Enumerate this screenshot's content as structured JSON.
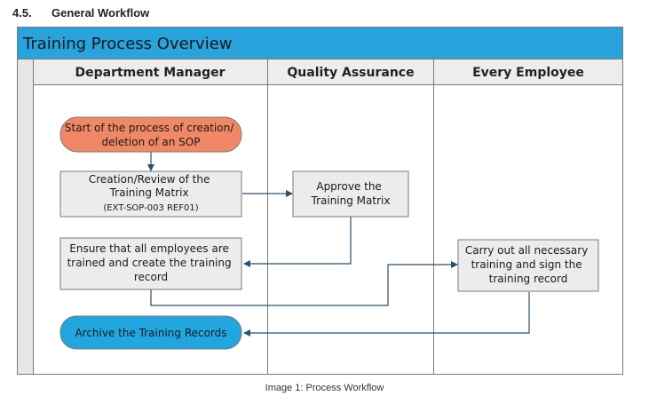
{
  "section": {
    "number": "4.5.",
    "title": "General Workflow"
  },
  "diagram": {
    "title": "Training Process Overview",
    "lanes": [
      "Department Manager",
      "Quality Assurance",
      "Every Employee"
    ],
    "nodes": {
      "start": [
        "Start of the process of creation/",
        "deletion of an SOP"
      ],
      "creation": [
        "Creation/Review of the",
        "Training Matrix"
      ],
      "creation_ref": "(EXT-SOP-003 REF01)",
      "approve": [
        "Approve the",
        "Training Matrix"
      ],
      "ensure": [
        "Ensure that all employees are",
        "trained and create the training",
        "record"
      ],
      "carry": [
        "Carry out all necessary",
        "training and sign the",
        "training record"
      ],
      "archive": "Archive the Training Records"
    },
    "colors": {
      "title_bar": "#29a3dc",
      "start_node": "#f08866",
      "archive_node": "#22a6e0",
      "process_node": "#ececec",
      "connector": "#2d4f70"
    }
  },
  "caption": "Image 1: Process Workflow"
}
